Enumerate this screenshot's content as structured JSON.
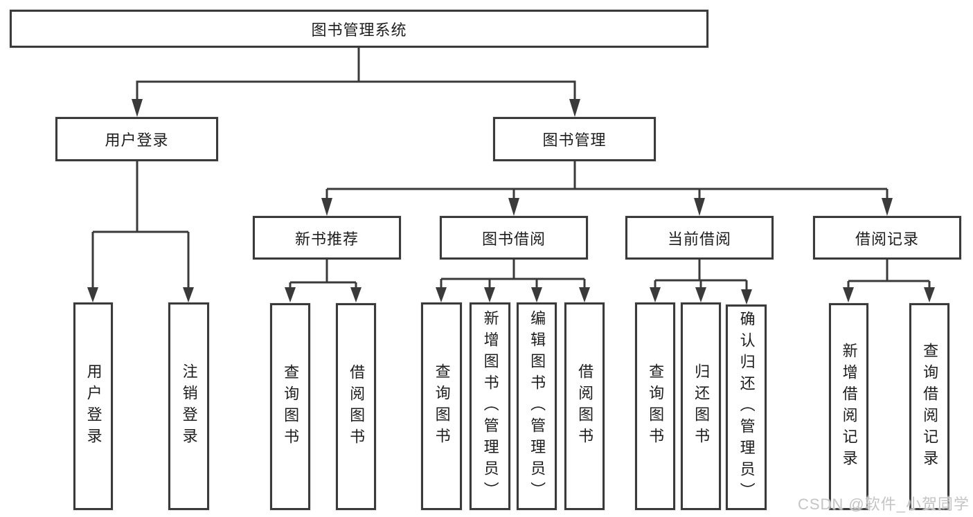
{
  "tree": {
    "label": "图书管理系统",
    "children": [
      {
        "label": "用户登录",
        "children": [
          {
            "label": "用户登录"
          },
          {
            "label": "注销登录"
          }
        ]
      },
      {
        "label": "图书管理",
        "children": [
          {
            "label": "新书推荐",
            "children": [
              {
                "label": "查询图书"
              },
              {
                "label": "借阅图书"
              }
            ]
          },
          {
            "label": "图书借阅",
            "children": [
              {
                "label": "查询图书"
              },
              {
                "label": "新增图书（管理员）"
              },
              {
                "label": "编辑图书（管理员）"
              },
              {
                "label": "借阅图书"
              }
            ]
          },
          {
            "label": "当前借阅",
            "children": [
              {
                "label": "查询图书"
              },
              {
                "label": "归还图书"
              },
              {
                "label": "确认归还（管理员）"
              }
            ]
          },
          {
            "label": "借阅记录",
            "children": [
              {
                "label": "新增借阅记录"
              },
              {
                "label": "查询借阅记录"
              }
            ]
          }
        ]
      }
    ]
  },
  "watermark": {
    "text": "CSDN @软件_小贺同学"
  },
  "colors": {
    "line": "#3a3a3a",
    "text": "#1d1d1d",
    "box_fill": "#ffffff",
    "watermark": "#c4c4c4"
  }
}
